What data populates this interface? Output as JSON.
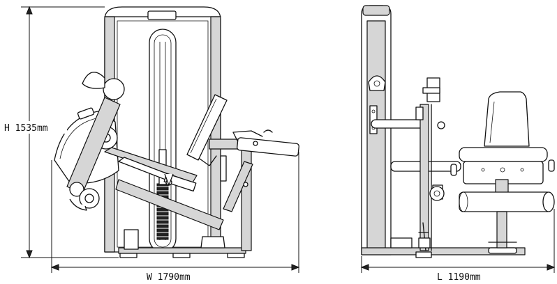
{
  "dimensions": {
    "height_label": "H 1535mm",
    "width_label": "W 1790mm",
    "length_label": "L 1190mm"
  },
  "colors": {
    "line": "#111111",
    "frame_fill": "#d6d6d6",
    "background": "#ffffff"
  }
}
